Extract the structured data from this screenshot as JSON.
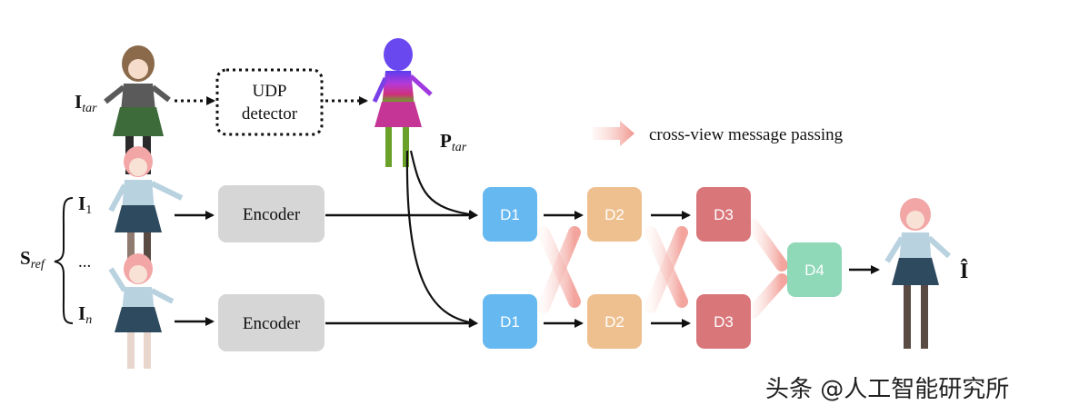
{
  "labels": {
    "i_tar": {
      "main": "I",
      "sub": "tar"
    },
    "p_tar": {
      "main": "P",
      "sub": "tar"
    },
    "s_ref": {
      "main": "S",
      "sub": "ref"
    },
    "i_1": {
      "main": "I",
      "sub": "1"
    },
    "i_n": {
      "main": "I",
      "sub": "n"
    },
    "ellipsis": "...",
    "i_hat": "Î"
  },
  "detector": {
    "line1": "UDP",
    "line2": "detector"
  },
  "encoders": [
    "Encoder",
    "Encoder"
  ],
  "blocks": {
    "d1": "D1",
    "d2": "D2",
    "d3": "D3",
    "d4": "D4"
  },
  "legend": {
    "text": "cross-view message passing"
  },
  "watermark": "头条 @人工智能研究所",
  "colors": {
    "d1": "#66b8f0",
    "d2": "#efc08f",
    "d3": "#d9767a",
    "d4": "#8fd8b8",
    "encoder": "#d6d6d6",
    "message": "#f4a7a0"
  }
}
